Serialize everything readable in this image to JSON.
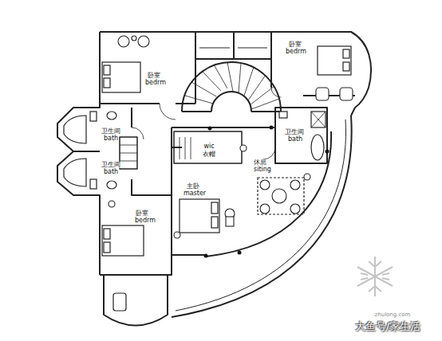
{
  "diagram": {
    "labels": [
      "卧室",
      "bedrm",
      "卧室",
      "bedrm",
      "卫生间",
      "bath",
      "卫生间",
      "bath",
      "卫生间",
      "bath",
      "wic",
      "衣帽",
      "休息",
      "siting",
      "主卧",
      "master",
      "卧室",
      "bedrm",
      "zhulong.com",
      "大鱼号/家生活"
    ]
  }
}
